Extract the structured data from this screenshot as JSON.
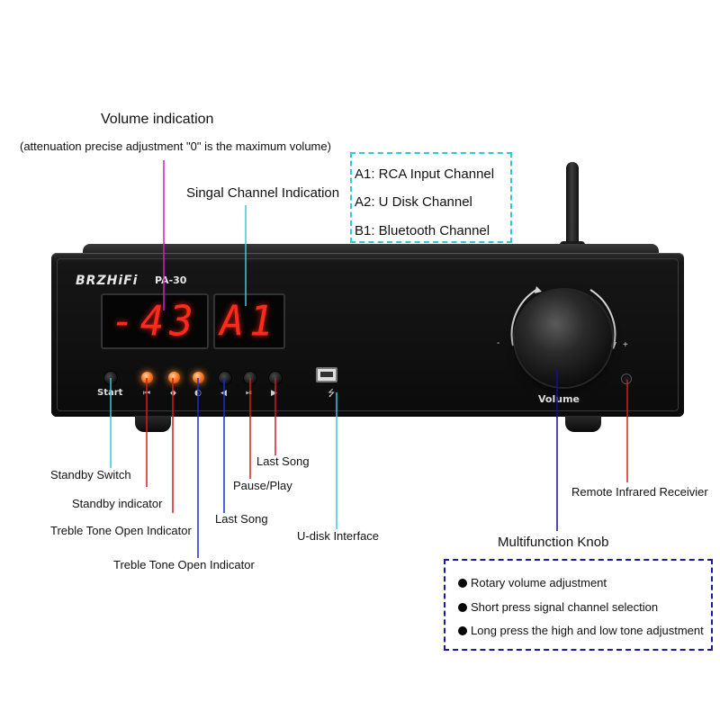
{
  "labels": {
    "volume_title": "Volume indication",
    "volume_note": "(attenuation precise adjustment \"0\" is the maximum volume)",
    "signal_indication": "Singal Channel Indication",
    "channels": [
      "A1: RCA Input Channel",
      "A2: U Disk Channel",
      "B1: Bluetooth Channel"
    ],
    "standby_switch": "Standby Switch",
    "standby_indicator": "Standby indicator",
    "treble_indicator_1": "Treble Tone Open Indicator",
    "treble_indicator_2": "Treble Tone Open Indicator",
    "last_song_1": "Last Song",
    "pause_play": "Pause/Play",
    "last_song_2": "Last Song",
    "udisk": "U-disk Interface",
    "remote_ir": "Remote Infrared Receivier",
    "multifunction_title": "Multifunction Knob",
    "knob_features": [
      "Rotary volume adjustment",
      "Short press signal channel selection",
      "Long press the high and low tone adjustment"
    ]
  },
  "device": {
    "brand": "BRZHiFi",
    "model": "PA-30",
    "display_volume": "-43",
    "display_channel": "A1",
    "start_label": "Start",
    "volume_label": "Volume",
    "minus": "-",
    "plus": "+"
  },
  "colors": {
    "cyan_line": "#3ec8d8",
    "red_line": "#d21c1c",
    "blue_line": "#1c2ad6",
    "magenta_line": "#d21ccf",
    "dark_blue_line": "#10108f",
    "display_red": "#ff2a1a",
    "led_orange": "#ff7a20"
  }
}
